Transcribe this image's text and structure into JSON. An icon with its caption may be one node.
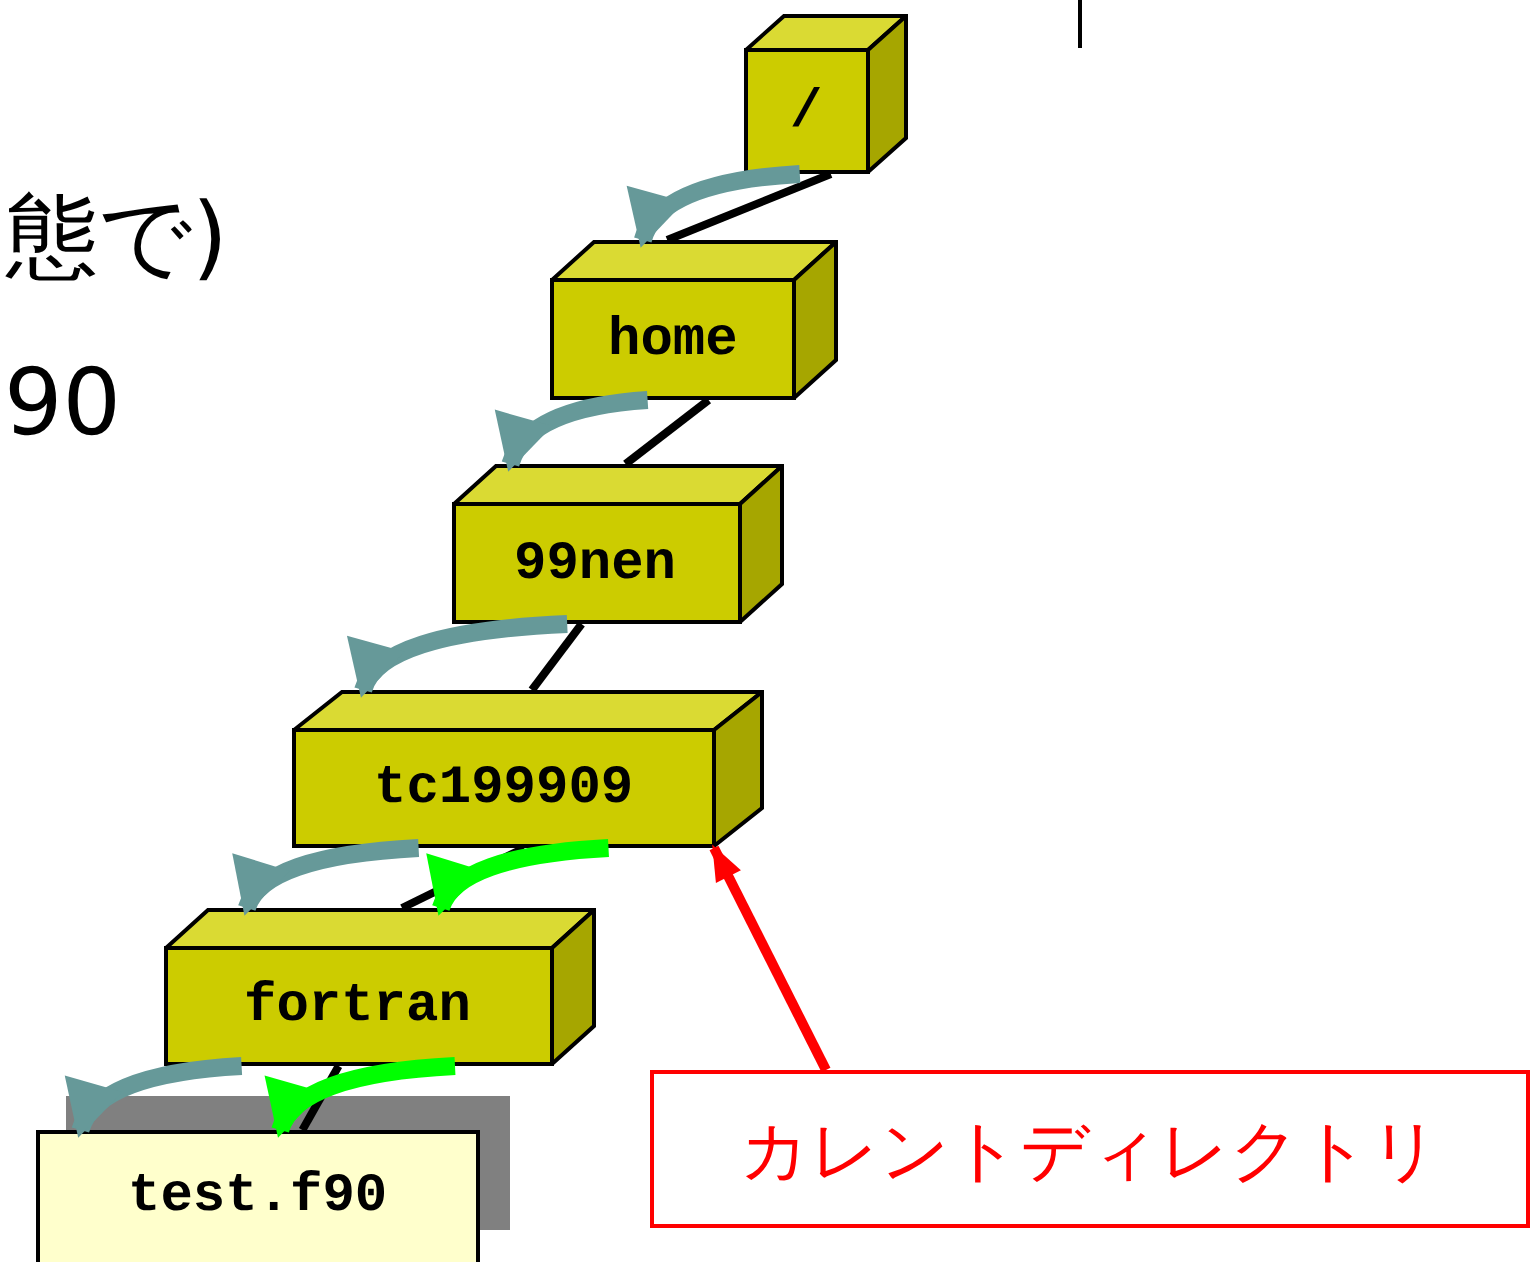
{
  "diagram": {
    "nodes": [
      {
        "text": [
          "/"
        ]
      },
      {
        "text": [
          "home"
        ]
      },
      {
        "text": [
          "99nen"
        ]
      },
      {
        "text": [
          "tc199909"
        ]
      },
      {
        "text": [
          "fortran"
        ]
      },
      {
        "text": [
          "test.f90"
        ]
      },
      {
        "text": [
          "カレントディレクトリ"
        ]
      }
    ],
    "edges": [
      {
        "from": 0,
        "to": 1,
        "arrow": "none"
      },
      {
        "from": 1,
        "to": 2,
        "arrow": "none"
      },
      {
        "from": 2,
        "to": 3,
        "arrow": "none"
      },
      {
        "from": 3,
        "to": 4,
        "arrow": "none"
      },
      {
        "from": 4,
        "to": 5,
        "arrow": "none"
      },
      {
        "from": 0,
        "to": 1,
        "arrow": "to",
        "color": "#669999"
      },
      {
        "from": 1,
        "to": 2,
        "arrow": "to",
        "color": "#669999"
      },
      {
        "from": 2,
        "to": 3,
        "arrow": "to",
        "color": "#669999"
      },
      {
        "from": 3,
        "to": 4,
        "arrow": "to",
        "color": "#669999"
      },
      {
        "from": 4,
        "to": 5,
        "arrow": "to",
        "color": "#669999"
      },
      {
        "from": 3,
        "to": 4,
        "arrow": "to",
        "color": "#00ff00"
      },
      {
        "from": 4,
        "to": 5,
        "arrow": "to",
        "color": "#00ff00"
      },
      {
        "from": 6,
        "to": 3,
        "arrow": "to",
        "color": "#ff0000"
      }
    ],
    "labels": [
      "態で)",
      "90"
    ]
  }
}
